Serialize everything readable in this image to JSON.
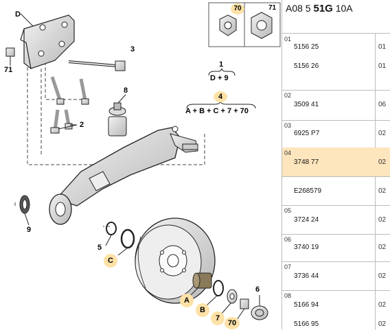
{
  "header": {
    "prefix": "A08 5",
    "code": "51G",
    "suffix": "10A"
  },
  "callouts": {
    "D": "D",
    "71a": "71",
    "3": "3",
    "8": "8",
    "2": "2",
    "9": "9",
    "5": "5",
    "C": "C",
    "A": "A",
    "B": "B",
    "7": "7",
    "70a": "70",
    "6": "6",
    "inset70": "70",
    "inset71": "71"
  },
  "formulas": {
    "f1_top": "1",
    "f1_bottom": "D + 9",
    "f4_top": "4",
    "f4_bottom": "A + B + C + 7 + 70"
  },
  "colors": {
    "highlight": "#fde1a6",
    "selected_row": "#fde5bd",
    "line": "#222222"
  },
  "parts": [
    {
      "group": "01",
      "ref": "5156 25",
      "qty": "01"
    },
    {
      "group": "",
      "ref": "5156 26",
      "qty": "01"
    },
    {
      "group": "02",
      "ref": "3509 41",
      "qty": "06"
    },
    {
      "group": "03",
      "ref": "6925 P7",
      "qty": "02"
    },
    {
      "group": "04",
      "ref": "3748 77",
      "qty": "02"
    },
    {
      "group": "",
      "ref": "E268579",
      "qty": "02"
    },
    {
      "group": "05",
      "ref": "3724 24",
      "qty": "02"
    },
    {
      "group": "06",
      "ref": "3740 19",
      "qty": "02"
    },
    {
      "group": "07",
      "ref": "3736 44",
      "qty": "02"
    },
    {
      "group": "08",
      "ref": "5166 94",
      "qty": "02"
    },
    {
      "group": "",
      "ref": "5166 95",
      "qty": "02"
    }
  ]
}
